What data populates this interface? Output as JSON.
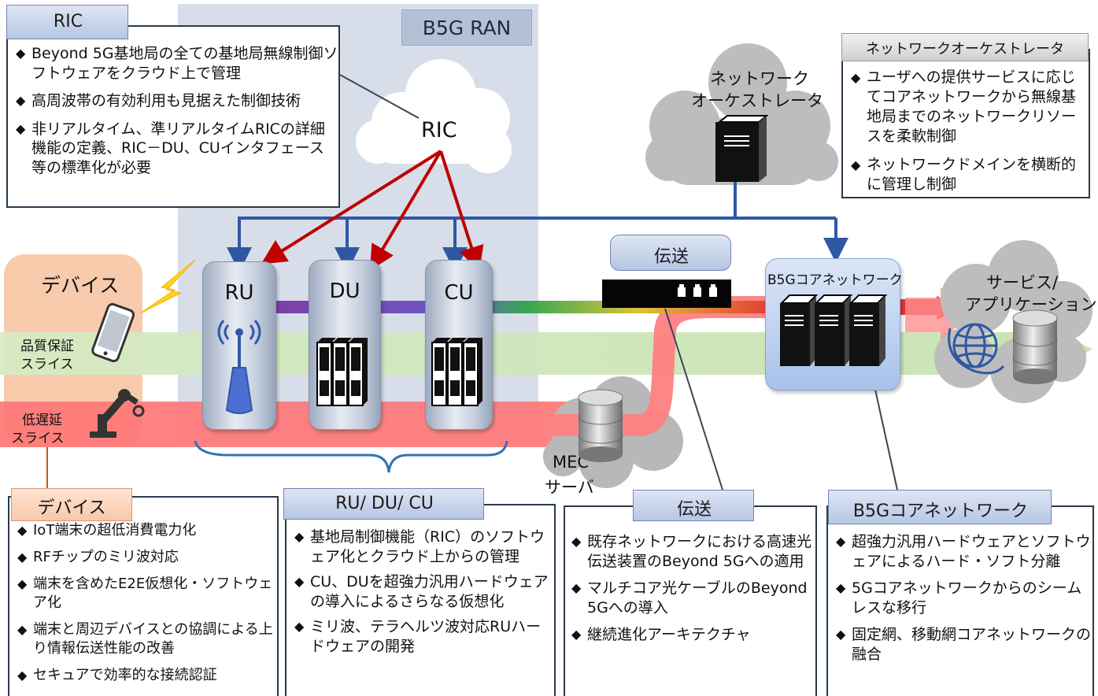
{
  "ran": {
    "title": "B5G RAN",
    "cloud_label": "RIC",
    "units": {
      "ru": "RU",
      "du": "DU",
      "cu": "CU"
    }
  },
  "orchestrator_cloud": {
    "line1": "ネットワーク",
    "line2": "オーケストレータ"
  },
  "transport_header": "伝送",
  "core_label": "B5Gコアネットワーク",
  "service_cloud": {
    "line1": "サービス/",
    "line2": "アプリケーション"
  },
  "mec": {
    "line1": "MEC",
    "line2": "サーバ"
  },
  "device_area": {
    "title": "デバイス",
    "qos_slice": [
      "品質保証",
      "スライス"
    ],
    "low_latency_slice": [
      "低遅延",
      "スライス"
    ]
  },
  "ric_box": {
    "header": "RIC",
    "items": [
      "Beyond 5G基地局の全ての基地局無線制御ソフトウェアをクラウド上で管理",
      "高周波帯の有効利用も見据えた制御技術",
      "非リアルタイム、準リアルタイムRICの詳細機能の定義、RIC－DU、CUインタフェース等の標準化が必要"
    ]
  },
  "orchestrator_box": {
    "header": "ネットワークオーケストレータ",
    "items": [
      "ユーザへの提供サービスに応じてコアネットワークから無線基地局までのネットワークリソースを柔軟制御",
      "ネットワークドメインを横断的に管理し制御"
    ]
  },
  "device_box": {
    "header": "デバイス",
    "items": [
      "IoT端末の超低消費電力化",
      "RFチップのミリ波対応",
      "端末を含めたE2E仮想化・ソフトウェア化",
      "端末と周辺デバイスとの協調による上り情報伝送性能の改善",
      "セキュアで効率的な接続認証"
    ]
  },
  "ran_box": {
    "header": "RU/ DU/ CU",
    "items": [
      "基地局制御機能（RIC）のソフトウェア化とクラウド上からの管理",
      "CU、DUを超強力汎用ハードウェアの導入によるさらなる仮想化",
      "ミリ波、テラヘルツ波対応RUハードウェアの開発"
    ]
  },
  "transport_box": {
    "header": "伝送",
    "items": [
      "既存ネットワークにおける高速光伝送装置のBeyond 5Gへの適用",
      "マルチコア光ケーブルのBeyond 5Gへの導入",
      "継続進化アーキテクチャ"
    ]
  },
  "core_box": {
    "header": "B5Gコアネットワーク",
    "items": [
      "超強力汎用ハードウェアとソフトウェアによるハード・ソフト分離",
      "5Gコアネットワークからのシームレスな移行",
      "固定網、移動網コアネットワークの融合"
    ]
  },
  "colors": {
    "blue_arrow": "#2e58a4",
    "red_arrow": "#c00000",
    "qos_band": "#c9e3b3",
    "low_latency_band": "#ff7c7c",
    "ran_bg": "#d8dee9",
    "device_bg": "#f8cbad"
  }
}
